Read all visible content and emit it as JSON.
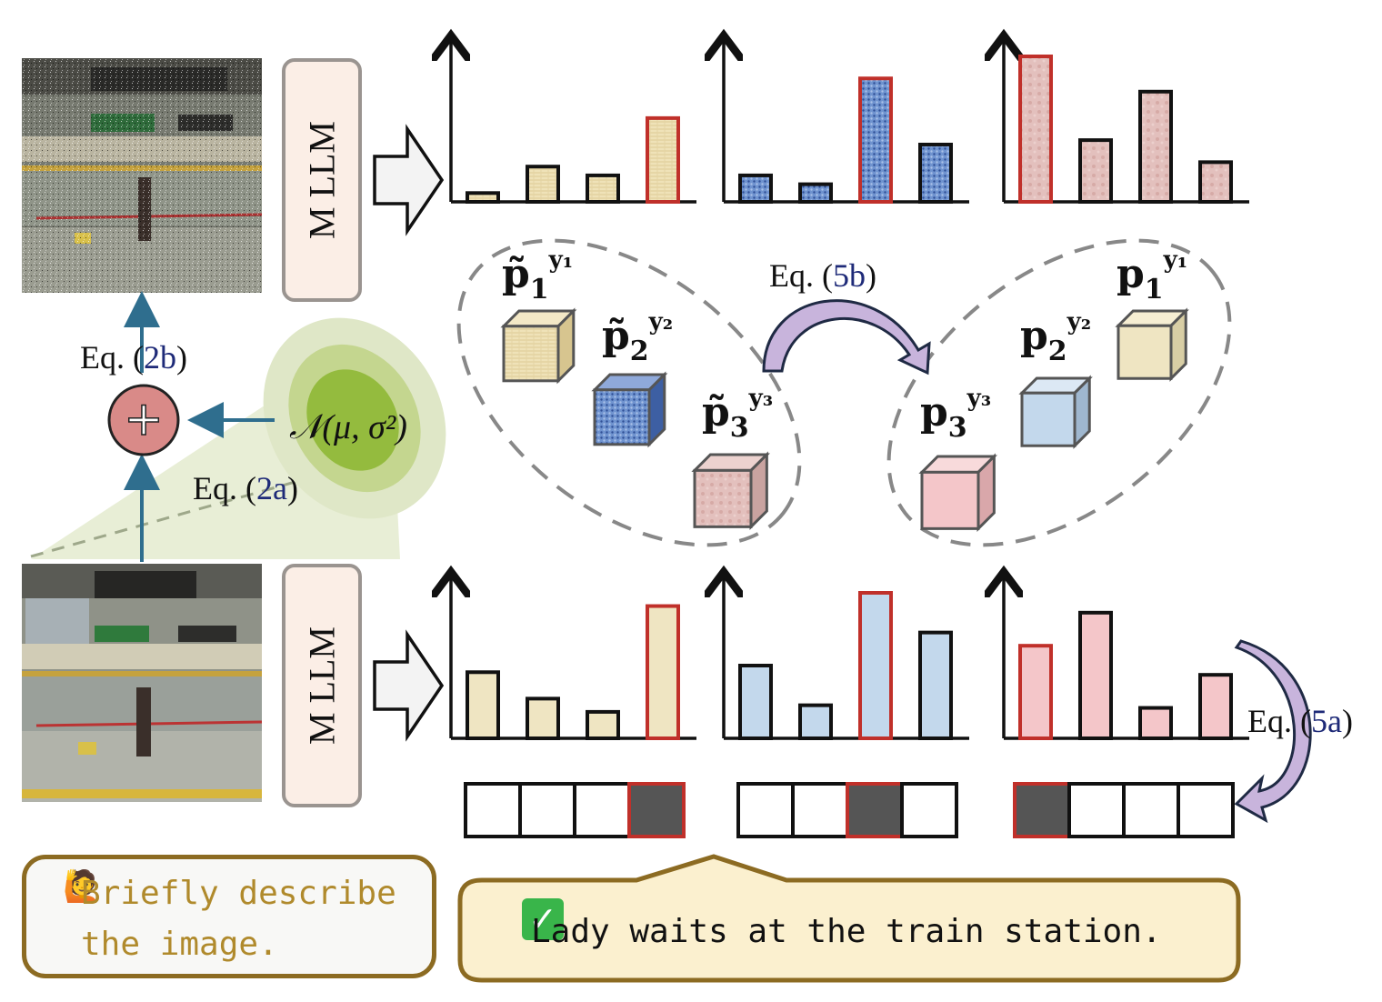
{
  "mllm_label": "M LLM",
  "eq_labels": {
    "eq2b_prefix": "Eq. (",
    "eq2b_num": "2b",
    "eq2b_suffix": ")",
    "eq2a_prefix": "Eq. (",
    "eq2a_num": "2a",
    "eq2a_suffix": ")",
    "eq5b_prefix": "Eq. (",
    "eq5b_num": "5b",
    "eq5b_suffix": ")",
    "eq5a_prefix": "Eq. (",
    "eq5a_num": "5a",
    "eq5a_suffix": ")"
  },
  "noise_label": "𝒩(μ, σ²)",
  "plus_symbol": "+",
  "prompt": {
    "icon": "person-raising-hand-icon",
    "text": "Briefly describe the image."
  },
  "answer": {
    "icon": "check-mark-icon",
    "text": "Lady waits at the train station."
  },
  "prob_labels": {
    "noisy": [
      {
        "base": "p̃",
        "sub": "1",
        "sup": "y₁"
      },
      {
        "base": "p̃",
        "sub": "2",
        "sup": "y₂"
      },
      {
        "base": "p̃",
        "sub": "3",
        "sup": "y₃"
      }
    ],
    "clean": [
      {
        "base": "p",
        "sub": "1",
        "sup": "y₁"
      },
      {
        "base": "p",
        "sub": "2",
        "sup": "y₂"
      },
      {
        "base": "p",
        "sub": "3",
        "sup": "y₃"
      }
    ]
  },
  "colors": {
    "yellow": "#efe5c2",
    "yellow_tex": "#e8d9a8",
    "blue": "#c3d8ec",
    "blue_tex": "#4a72b8",
    "pink": "#f4c6c9",
    "pink_tex": "#d9b3b0",
    "highlight": "#c0302a",
    "arrow": "#2f6e8e",
    "curve": "#c8b4dc",
    "box_border": "#8c6b22"
  },
  "chart_data": {
    "type": "bar",
    "noisy_row": [
      {
        "values": [
          1,
          4,
          3,
          9.5
        ],
        "highlight": 3,
        "color": "yellow"
      },
      {
        "values": [
          3,
          2,
          14,
          6.5
        ],
        "highlight": 2,
        "color": "blue"
      },
      {
        "values": [
          16.5,
          7,
          12.5,
          4.5
        ],
        "highlight": 0,
        "color": "pink"
      }
    ],
    "clean_row": [
      {
        "values": [
          5,
          3,
          2,
          10
        ],
        "highlight": 3,
        "color": "yellow"
      },
      {
        "values": [
          5.5,
          2.5,
          11,
          8
        ],
        "highlight": 2,
        "color": "blue"
      },
      {
        "values": [
          7,
          9.5,
          2.3,
          4.8
        ],
        "highlight": 0,
        "color": "pink"
      }
    ],
    "selected_tokens": [
      3,
      2,
      0
    ]
  }
}
